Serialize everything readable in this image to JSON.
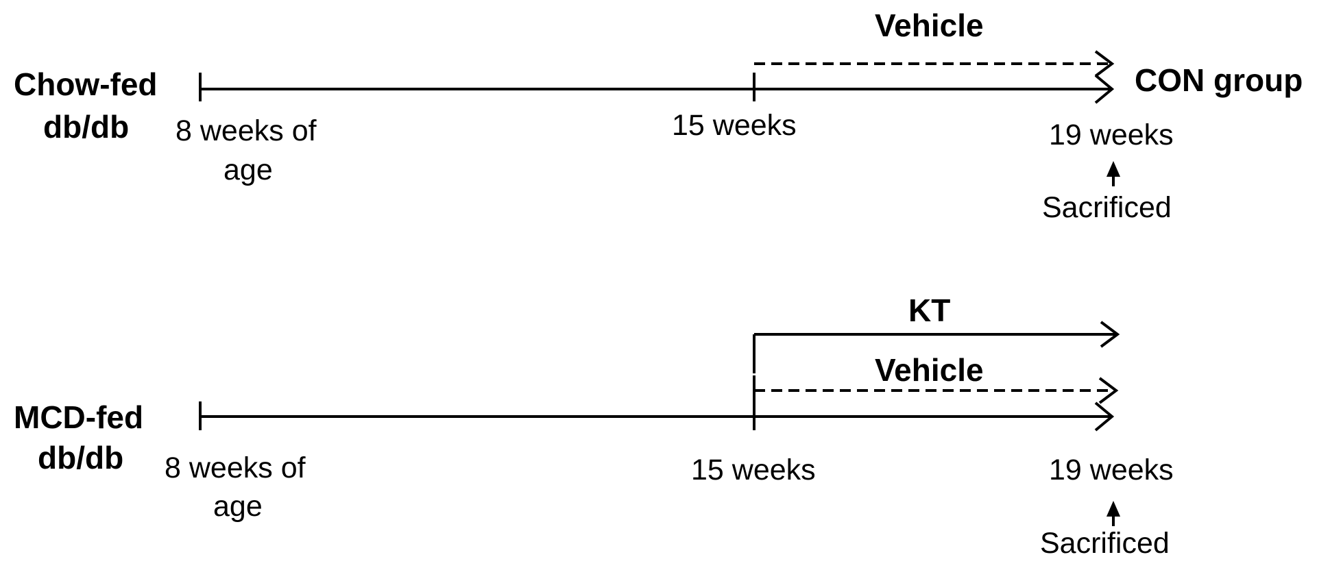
{
  "panel1": {
    "group_line1": "Chow-fed",
    "group_line2": "db/db",
    "start_line1": "8 weeks of",
    "start_line2": "age",
    "mid_label": "15 weeks",
    "end_label": "19 weeks",
    "sacrificed_label": "Sacrificed",
    "treatment_label": "Vehicle",
    "outcome_label": "CON group"
  },
  "panel2": {
    "group_line1": "MCD-fed",
    "group_line2": "db/db",
    "start_line1": "8 weeks of",
    "start_line2": "age",
    "mid_label": "15 weeks",
    "end_label": "19 weeks",
    "sacrificed_label": "Sacrificed",
    "treatment_solid_label": "KT",
    "treatment_dashed_label": "Vehicle"
  }
}
